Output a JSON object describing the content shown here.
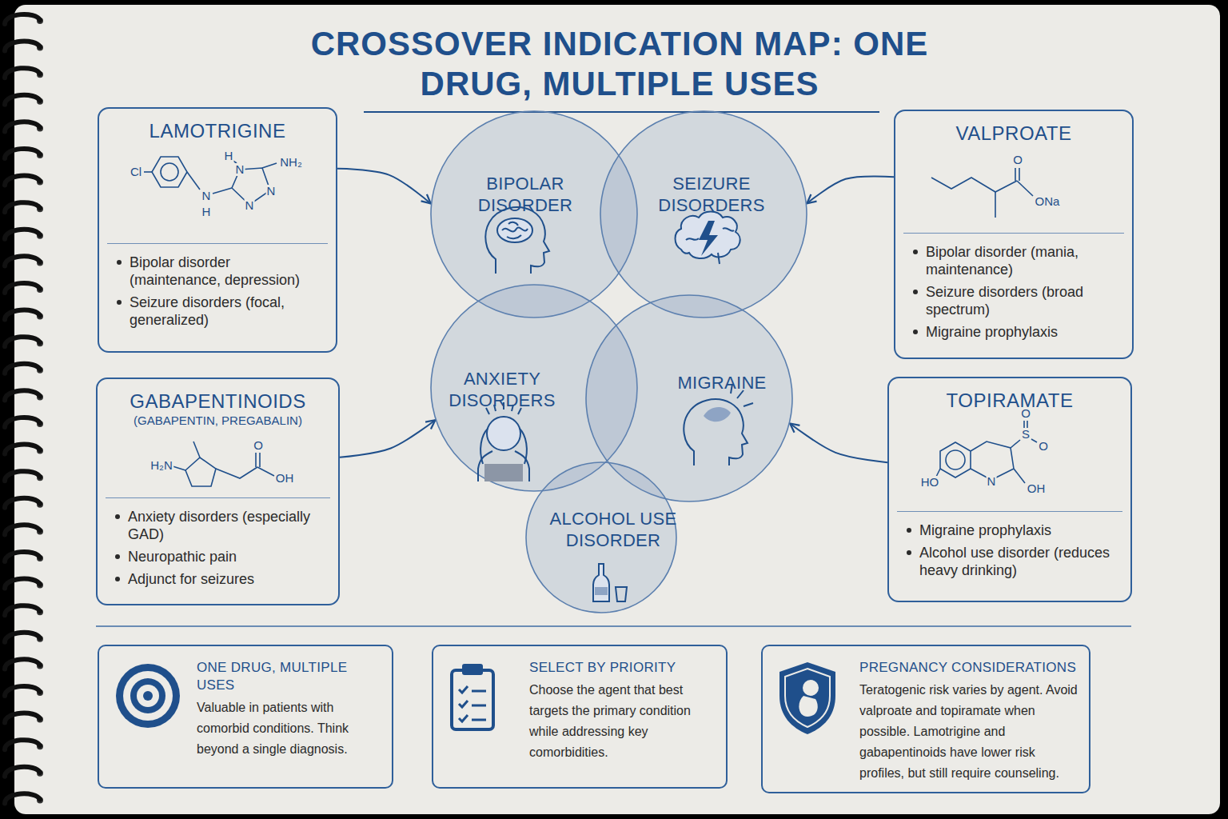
{
  "diagram": {
    "title": "CROSSOVER INDICATION MAP: ONE DRUG, MULTIPLE USES",
    "nodes": [
      {
        "text": [
          "LAMOTRIGINE",
          "Bipolar disorder (maintenance, depression)",
          "Seizure disorders (focal, generalized)"
        ]
      },
      {
        "text": [
          "VALPROATE",
          "Bipolar disorder (mania, maintenance)",
          "Seizure disorders (broad spectrum)",
          "Migraine prophylaxis"
        ]
      },
      {
        "text": [
          "GABAPENTINOIDS",
          "(GABAPENTIN, PREGABALIN)",
          "Anxiety disorders (especially GAD)",
          "Neuropathic pain",
          "Adjunct for seizures"
        ]
      },
      {
        "text": [
          "TOPIRAMATE",
          "Migraine prophylaxis",
          "Alcohol use disorder (reduces heavy drinking)"
        ]
      },
      {
        "text": [
          "BIPOLAR DISORDER"
        ]
      },
      {
        "text": [
          "SEIZURE DISORDERS"
        ]
      },
      {
        "text": [
          "ANXIETY DISORDERS"
        ]
      },
      {
        "text": [
          "MIGRAINE"
        ]
      },
      {
        "text": [
          "ALCOHOL USE DISORDER"
        ]
      },
      {
        "text": [
          "ONE DRUG, MULTIPLE USES",
          "Valuable in patients with comorbid conditions. Think beyond a single diagnosis."
        ]
      },
      {
        "text": [
          "SELECT BY PRIORITY",
          "Choose the agent that best targets the primary condition while addressing key comorbidities."
        ]
      },
      {
        "text": [
          "PREGNANCY CONSIDERATIONS",
          "Teratogenic risk varies by agent. Avoid valproate and topiramate when possible. Lamotrigine and gabapentinoids have lower risk profiles, but still require counseling."
        ]
      }
    ],
    "edges": [
      {
        "from": 0,
        "to": 4,
        "arrow": "to"
      },
      {
        "from": 1,
        "to": 5,
        "arrow": "to"
      },
      {
        "from": 2,
        "to": 6,
        "arrow": "to"
      },
      {
        "from": 3,
        "to": 7,
        "arrow": "to"
      }
    ],
    "labels": [
      "Cl",
      "H",
      "N",
      "NH₂",
      "N",
      "H",
      "N",
      "N",
      "O",
      "ONa",
      "H₂N",
      "O",
      "OH",
      "O",
      "S",
      "O",
      "HO",
      "N",
      "OH"
    ]
  }
}
